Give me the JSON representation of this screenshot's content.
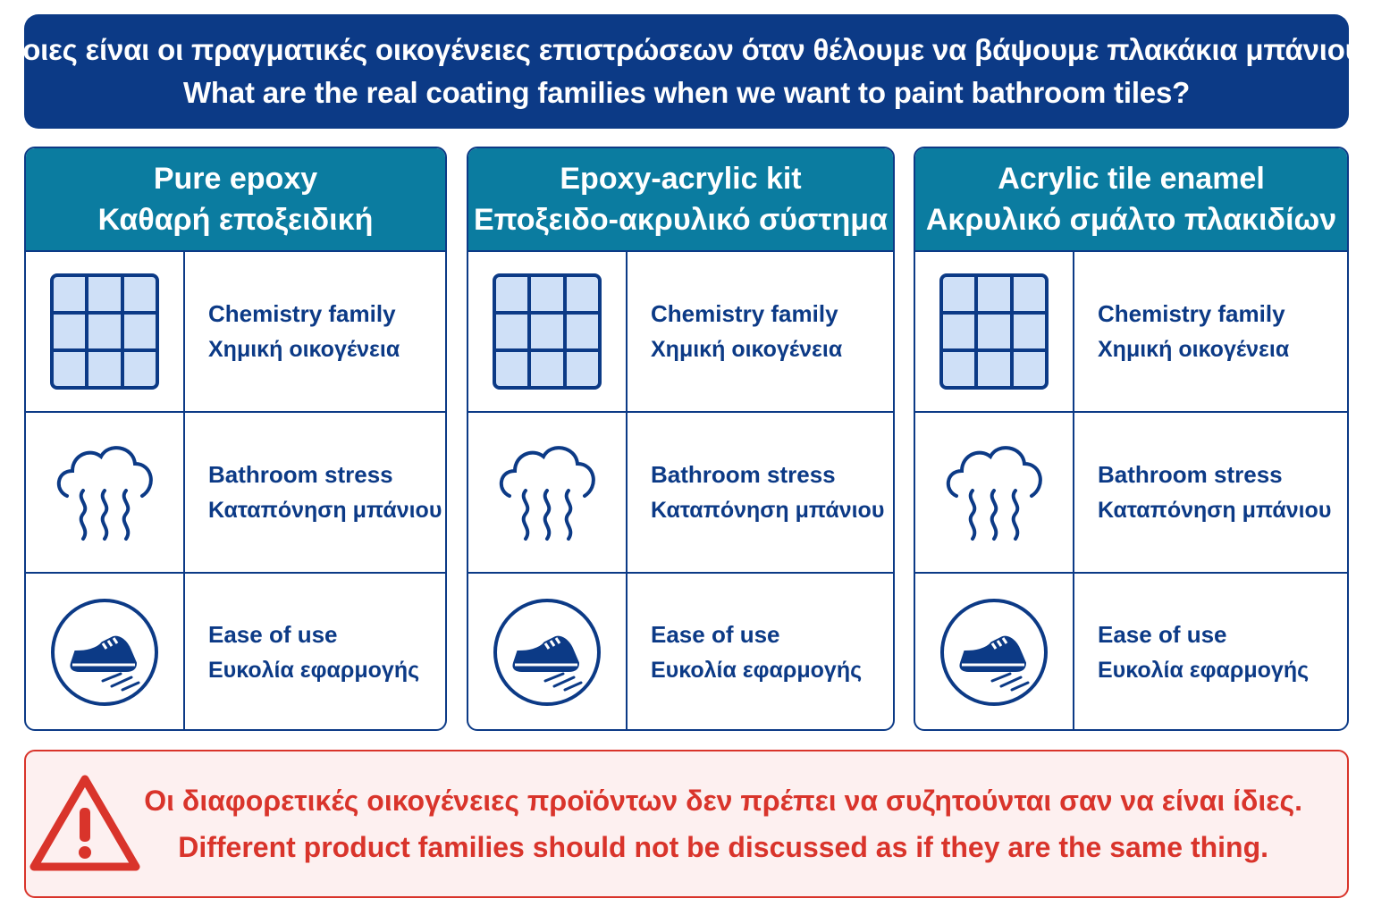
{
  "header": {
    "title_gr": "Ποιες είναι οι πραγματικές οικογένειες επιστρώσεων όταν θέλουμε να βάψουμε πλακάκια μπάνιου;",
    "title_en": "What are the real coating families when we want to paint bathroom tiles?"
  },
  "colors": {
    "banner": "#0c3a86",
    "card_header": "#0b7ca0",
    "text": "#0c3a86",
    "warning": "#d9342b",
    "tile_fill": "#cfe0f7"
  },
  "cards": [
    {
      "title_en": "Pure epoxy",
      "title_gr": "Καθαρή εποξειδική",
      "rows": [
        {
          "icon": "tile-grid-icon",
          "label_en": "Chemistry family",
          "label_gr": "Χημική οικογένεια"
        },
        {
          "icon": "steam-cloud-icon",
          "label_en": "Bathroom stress",
          "label_gr": "Καταπόνηση μπάνιου"
        },
        {
          "icon": "shoe-icon",
          "label_en": "Ease of use",
          "label_gr": "Ευκολία εφαρμογής"
        }
      ]
    },
    {
      "title_en": "Epoxy-acrylic kit",
      "title_gr": "Εποξειδο-ακρυλικό σύστημα",
      "rows": [
        {
          "icon": "tile-grid-icon",
          "label_en": "Chemistry family",
          "label_gr": "Χημική οικογένεια"
        },
        {
          "icon": "steam-cloud-icon",
          "label_en": "Bathroom stress",
          "label_gr": "Καταπόνηση μπάνιου"
        },
        {
          "icon": "shoe-icon",
          "label_en": "Ease of use",
          "label_gr": "Ευκολία εφαρμογής"
        }
      ]
    },
    {
      "title_en": "Acrylic tile enamel",
      "title_gr": "Ακρυλικό σμάλτο πλακιδίων",
      "rows": [
        {
          "icon": "tile-grid-icon",
          "label_en": "Chemistry family",
          "label_gr": "Χημική οικογένεια"
        },
        {
          "icon": "steam-cloud-icon",
          "label_en": "Bathroom stress",
          "label_gr": "Καταπόνηση μπάνιου"
        },
        {
          "icon": "shoe-icon",
          "label_en": "Ease of use",
          "label_gr": "Ευκολία εφαρμογής"
        }
      ]
    }
  ],
  "warning": {
    "icon": "warning-triangle-icon",
    "text_gr": "Οι διαφορετικές οικογένειες προϊόντων δεν πρέπει να συζητούνται σαν να είναι ίδιες.",
    "text_en": "Different product families should not be discussed as if they are the same thing."
  }
}
